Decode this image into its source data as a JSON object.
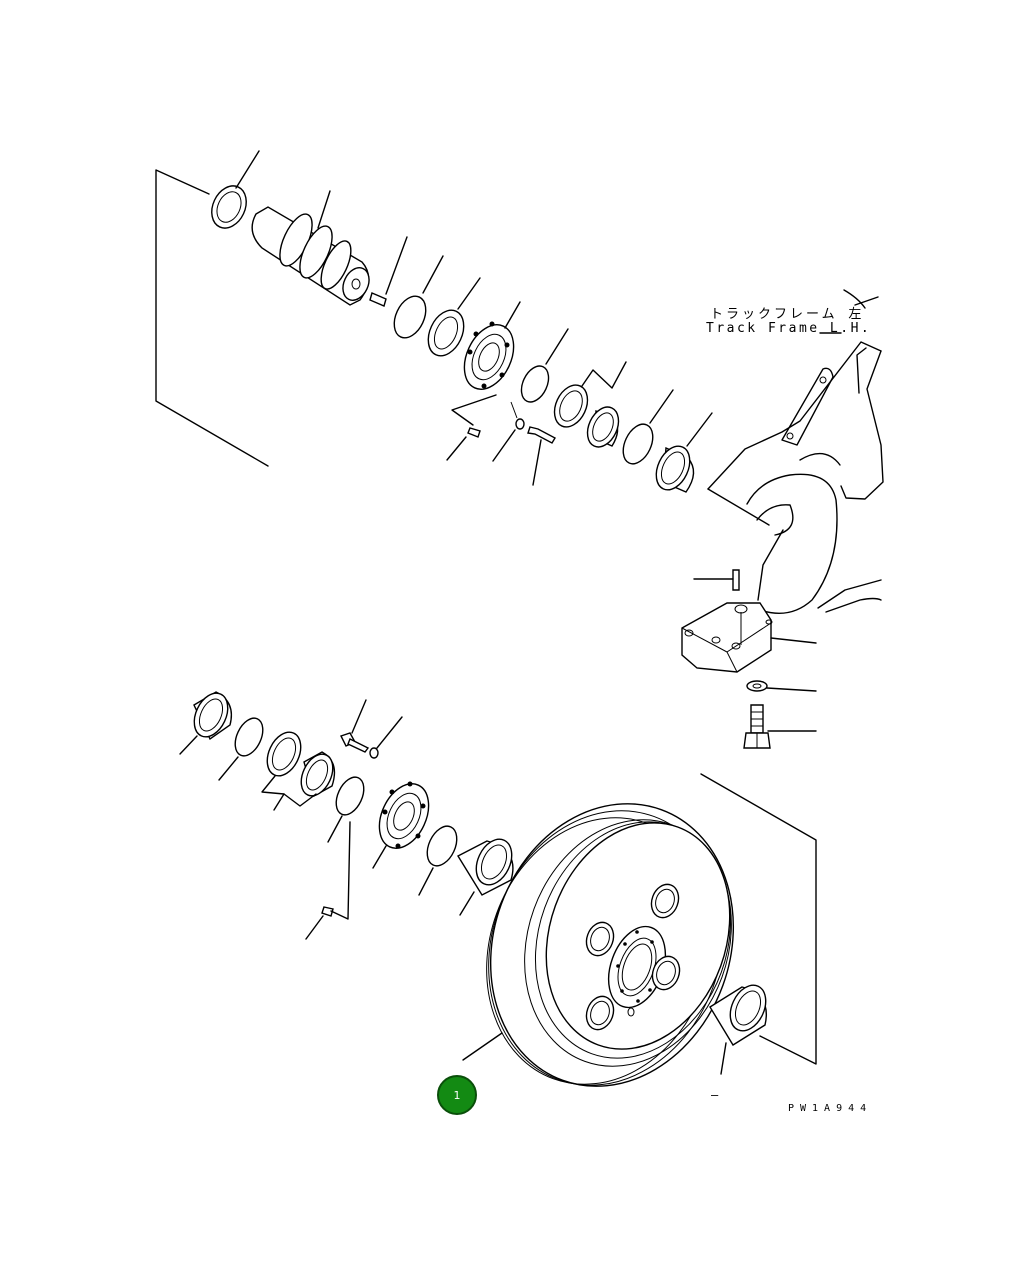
{
  "labels": {
    "frame_jp": "トラックフレーム 左",
    "frame_en": "Track Frame L.H.",
    "drawing_code": "PW1A944",
    "dash": "–"
  },
  "callout": {
    "number": "1",
    "color": "#138a13"
  }
}
